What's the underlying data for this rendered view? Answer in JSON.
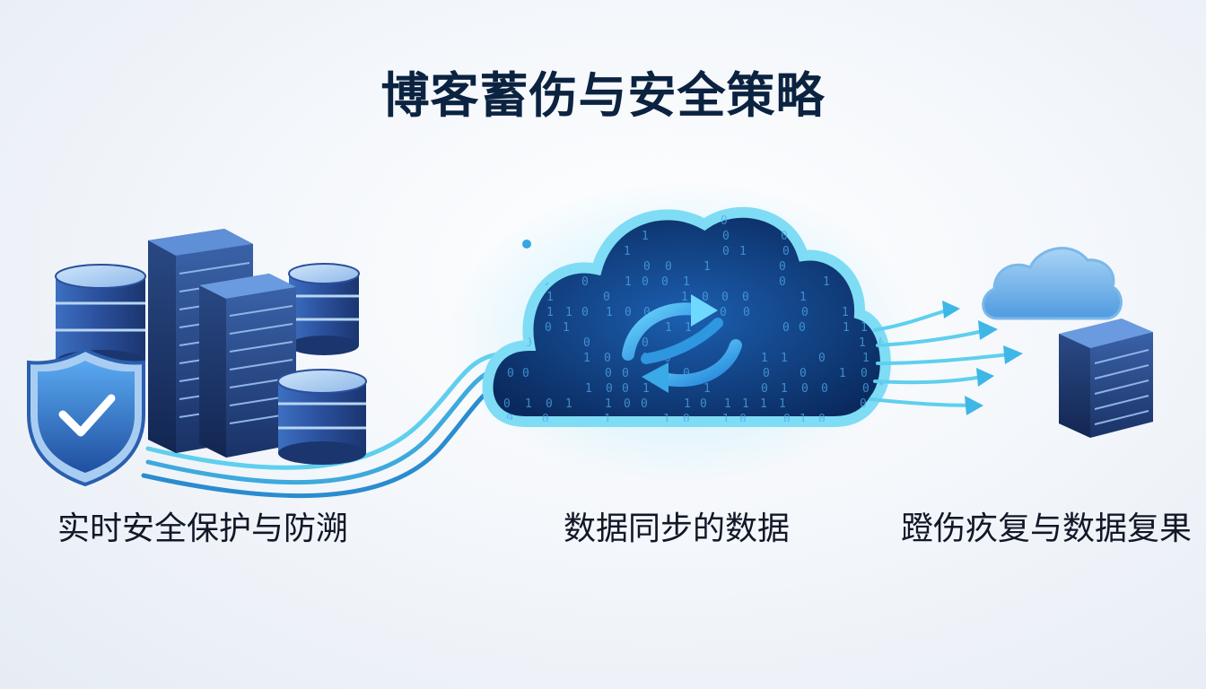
{
  "title": "博客蓄伤与安全策略",
  "labels": {
    "left": "实时安全保护与防溯",
    "center": "数据同步的数据",
    "right": "蹬伤疚复与数据复果"
  },
  "colors": {
    "accent": "#1e88e5",
    "dark_navy": "#0b2340",
    "cloud_glow": "#5fd0f0",
    "server_blue": "#2a4f8f"
  },
  "icons": [
    "shield-check-icon",
    "server-rack-icon",
    "database-icon",
    "cloud-sync-icon",
    "sync-arrows-icon",
    "backup-cloud-icon",
    "backup-server-icon"
  ]
}
